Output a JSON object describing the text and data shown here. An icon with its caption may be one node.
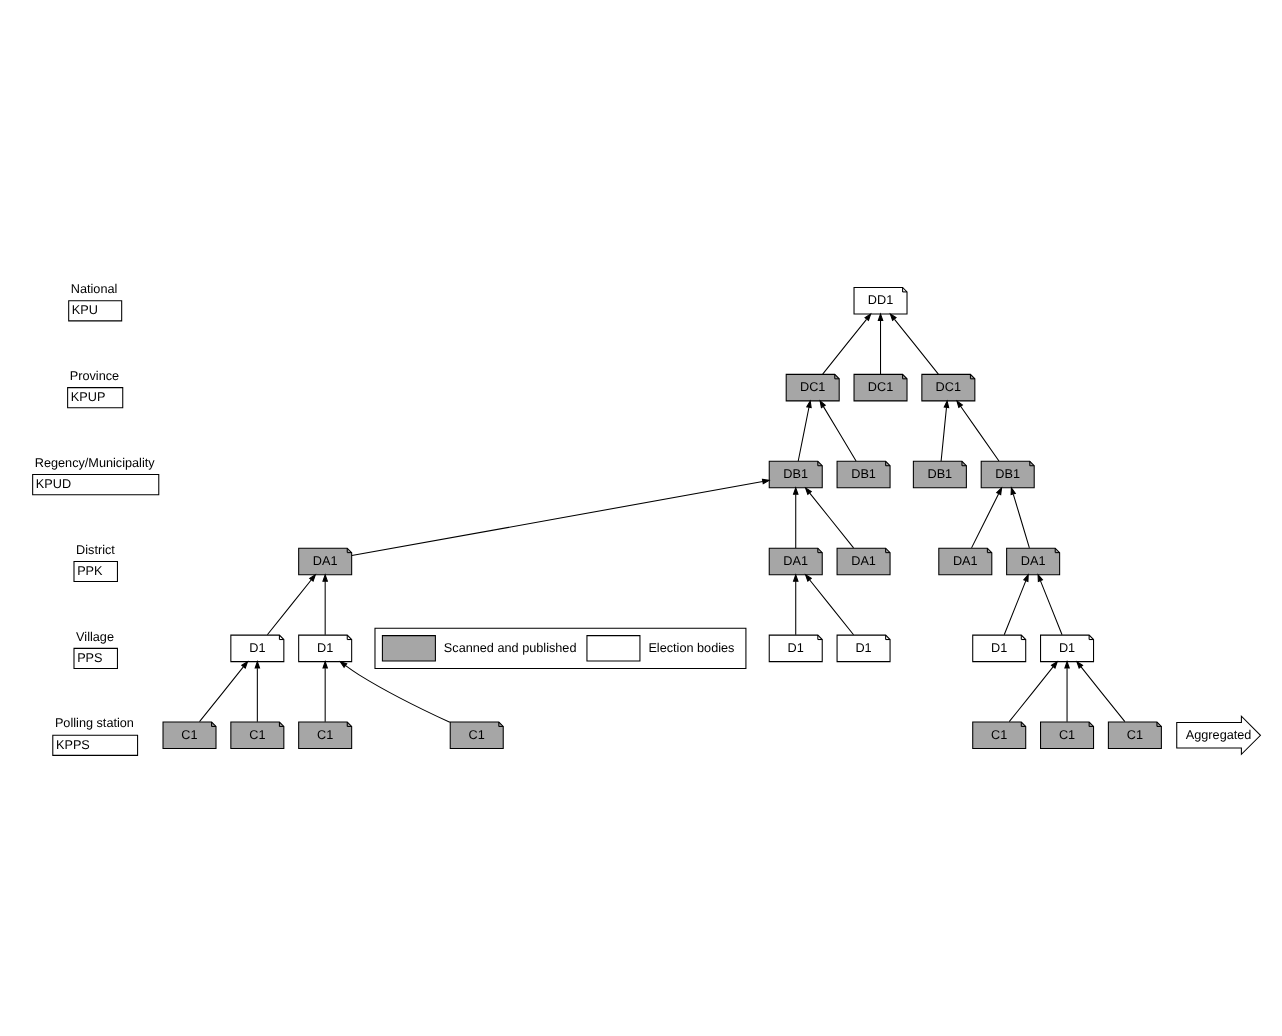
{
  "diagram": {
    "nodes": [
      {
        "text": [
          "National",
          "KPU"
        ]
      },
      {
        "text": [
          "Province",
          "KPUP"
        ]
      },
      {
        "text": [
          "Regency/Municipality",
          "KPUD"
        ]
      },
      {
        "text": [
          "District",
          "PPK"
        ]
      },
      {
        "text": [
          "Village",
          "PPS"
        ]
      },
      {
        "text": [
          "Polling station",
          "KPPS"
        ]
      },
      {
        "text": [
          "DD1"
        ]
      },
      {
        "text": [
          "DC1"
        ]
      },
      {
        "text": [
          "DC1"
        ]
      },
      {
        "text": [
          "DC1"
        ]
      },
      {
        "text": [
          "DB1"
        ]
      },
      {
        "text": [
          "DB1"
        ]
      },
      {
        "text": [
          "DB1"
        ]
      },
      {
        "text": [
          "DB1"
        ]
      },
      {
        "text": [
          "DA1"
        ]
      },
      {
        "text": [
          "DA1"
        ]
      },
      {
        "text": [
          "DA1"
        ]
      },
      {
        "text": [
          "DA1"
        ]
      },
      {
        "text": [
          "DA1"
        ]
      },
      {
        "text": [
          "D1"
        ]
      },
      {
        "text": [
          "D1"
        ]
      },
      {
        "text": [
          "D1"
        ]
      },
      {
        "text": [
          "D1"
        ]
      },
      {
        "text": [
          "D1"
        ]
      },
      {
        "text": [
          "D1"
        ]
      },
      {
        "text": [
          "C1"
        ]
      },
      {
        "text": [
          "C1"
        ]
      },
      {
        "text": [
          "C1"
        ]
      },
      {
        "text": [
          "C1"
        ]
      },
      {
        "text": [
          "C1"
        ]
      },
      {
        "text": [
          "C1"
        ]
      },
      {
        "text": [
          "C1"
        ]
      },
      {
        "text": [
          "Aggregated"
        ]
      }
    ],
    "edges": [
      {
        "from": 7,
        "to": 6,
        "arrow": "to"
      },
      {
        "from": 8,
        "to": 6,
        "arrow": "to"
      },
      {
        "from": 9,
        "to": 6,
        "arrow": "to"
      },
      {
        "from": 10,
        "to": 7,
        "arrow": "to"
      },
      {
        "from": 11,
        "to": 7,
        "arrow": "to"
      },
      {
        "from": 12,
        "to": 9,
        "arrow": "to"
      },
      {
        "from": 13,
        "to": 9,
        "arrow": "to"
      },
      {
        "from": 14,
        "to": 10,
        "arrow": "to"
      },
      {
        "from": 15,
        "to": 10,
        "arrow": "to"
      },
      {
        "from": 16,
        "to": 10,
        "arrow": "to"
      },
      {
        "from": 17,
        "to": 13,
        "arrow": "to"
      },
      {
        "from": 18,
        "to": 13,
        "arrow": "to"
      },
      {
        "from": 19,
        "to": 14,
        "arrow": "to"
      },
      {
        "from": 20,
        "to": 14,
        "arrow": "to"
      },
      {
        "from": 21,
        "to": 15,
        "arrow": "to"
      },
      {
        "from": 22,
        "to": 15,
        "arrow": "to"
      },
      {
        "from": 23,
        "to": 18,
        "arrow": "to"
      },
      {
        "from": 24,
        "to": 18,
        "arrow": "to"
      },
      {
        "from": 25,
        "to": 19,
        "arrow": "to"
      },
      {
        "from": 26,
        "to": 19,
        "arrow": "to"
      },
      {
        "from": 27,
        "to": 20,
        "arrow": "to"
      },
      {
        "from": 28,
        "to": 20,
        "arrow": "to"
      },
      {
        "from": 29,
        "to": 24,
        "arrow": "to"
      },
      {
        "from": 30,
        "to": 24,
        "arrow": "to"
      },
      {
        "from": 31,
        "to": 24,
        "arrow": "to"
      }
    ],
    "legend": [
      {
        "text": "Scanned and published",
        "color": "#a6a6a6"
      },
      {
        "text": "Election bodies",
        "color": "#ffffff"
      }
    ]
  }
}
